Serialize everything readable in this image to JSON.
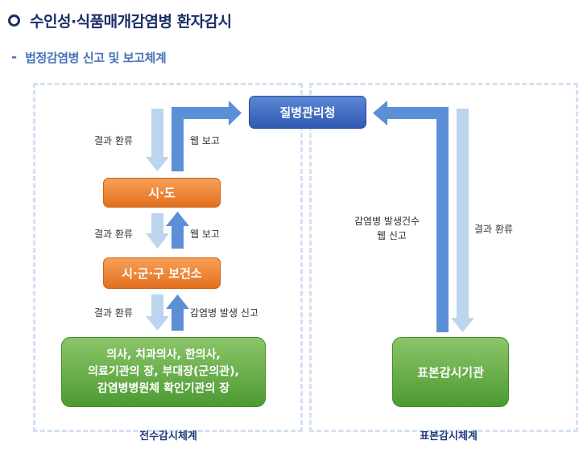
{
  "title": "수인성·식품매개감염병 환자감시",
  "subtitle": "법정감염병 신고 및 보고체계",
  "nodes": {
    "kdca": "질병관리청",
    "sido": "시·도",
    "health_center": "시·군·구 보건소",
    "reporters": [
      "의사, 치과의사, 한의사,",
      "의료기관의 장, 부대장(군의관),",
      "감염병병원체 확인기관의 장"
    ],
    "sentinel": "표본감시기관"
  },
  "edges": {
    "feedback_label": "결과 환류",
    "web_report_label": "웹 보고",
    "disease_report_label": "감염병 발생 신고",
    "sentinel_report_line1": "감염병 발생건수",
    "sentinel_report_line2": "웹 신고"
  },
  "panels": {
    "left_caption": "전수감시체계",
    "right_caption": "표본감시체계"
  },
  "colors": {
    "title": "#1c2f68",
    "subtitle": "#4a72b8",
    "arrow_dark": "#5b8fd6",
    "arrow_light": "#bcd5ef",
    "panel_border": "#d3e1f2"
  }
}
